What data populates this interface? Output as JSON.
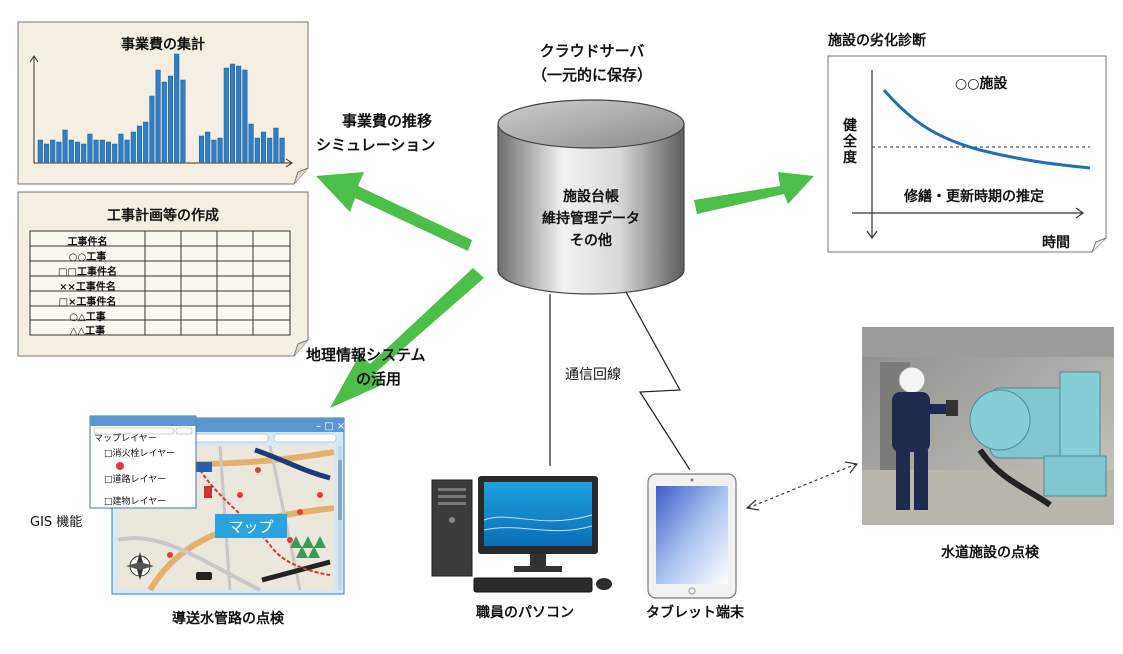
{
  "cloud": {
    "title_line1": "クラウドサーバ",
    "title_line2": "（一元的に保存）",
    "db_line1": "施設台帳",
    "db_line2": "維持管理データ",
    "db_line3": "その他"
  },
  "cost_panel": {
    "title": "事業費の集計"
  },
  "cost_arrow_label": {
    "line1": "事業費の推移",
    "line2": "シミュレーション"
  },
  "plan_panel": {
    "title": "工事計画等の作成",
    "rows": [
      "工事件名",
      "○○工事",
      "□□工事件名",
      "××工事件名",
      "□×工事件名",
      "○△工事",
      "△△工事"
    ]
  },
  "deterioration": {
    "heading": "施設の劣化診断",
    "curve_label": "○○施設",
    "y_axis_label": "健全度",
    "estimate_label": "修繕・更新時期の推定",
    "x_axis_label": "時間"
  },
  "gis": {
    "arrow_label_line1": "地理情報システム",
    "arrow_label_line2": "の活用",
    "feature_label": "GIS 機能",
    "caption": "導送水管路の点検",
    "map_label": "マップ",
    "layer_title": "マップレイヤー",
    "layers": [
      "□消火栓レイヤー",
      "□道路レイヤー",
      "□建物レイヤー"
    ]
  },
  "network": {
    "line_label": "通信回線"
  },
  "devices": {
    "pc_caption": "職員のパソコン",
    "tablet_caption": "タブレット端末"
  },
  "inspection": {
    "caption": "水道施設の点検"
  },
  "colors": {
    "arrow_green": "#4cbe4a",
    "panel_bg": "#f4efe2",
    "bar_blue": "#2f7fc6",
    "curve_blue": "#1f6fb8"
  }
}
